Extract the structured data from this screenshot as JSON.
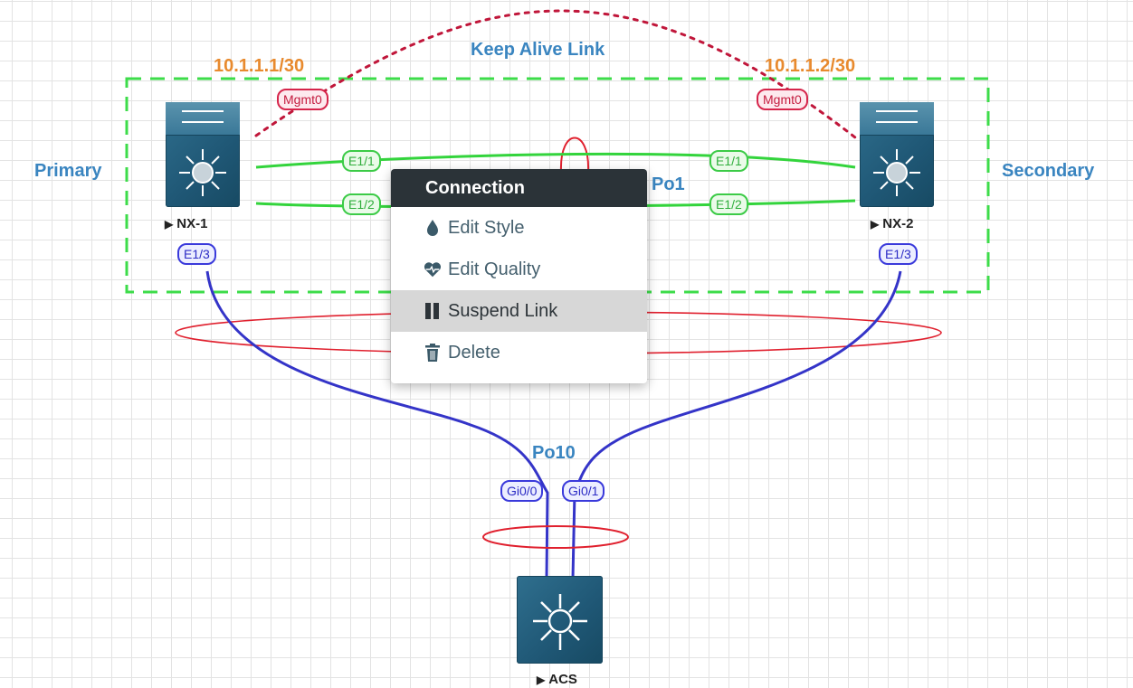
{
  "diagram": {
    "keep_alive_label": "Keep Alive Link",
    "primary_label": "Primary",
    "secondary_label": "Secondary",
    "ip_left": "10.1.1.1/30",
    "ip_right": "10.1.1.2/30",
    "po1_label": "Po1",
    "po10_label": "Po10",
    "nodes": {
      "nx1": "NX-1",
      "nx2": "NX-2",
      "acs": "ACS"
    },
    "ports": {
      "mgmt_left": "Mgmt0",
      "mgmt_right": "Mgmt0",
      "nx1_e11": "E1/1",
      "nx1_e12": "E1/2",
      "nx2_e11": "E1/1",
      "nx2_e12": "E1/2",
      "nx1_e13": "E1/3",
      "nx2_e13": "E1/3",
      "acs_gi00": "Gi0/0",
      "acs_gi01": "Gi0/1"
    },
    "colors": {
      "vpc_domain_border": "#3ddc4a",
      "keepalive_link": "#c0163a",
      "peer_link": "#33d43c",
      "uplink": "#3434c8",
      "portchannel_ring": "#e0202e"
    }
  },
  "context_menu": {
    "header": "Connection",
    "items": [
      {
        "label": "Edit Style",
        "icon": "droplet-icon"
      },
      {
        "label": "Edit Quality",
        "icon": "heartbeat-icon"
      },
      {
        "label": "Suspend Link",
        "icon": "pause-icon",
        "highlighted": true
      },
      {
        "label": "Delete",
        "icon": "trash-icon"
      }
    ]
  }
}
